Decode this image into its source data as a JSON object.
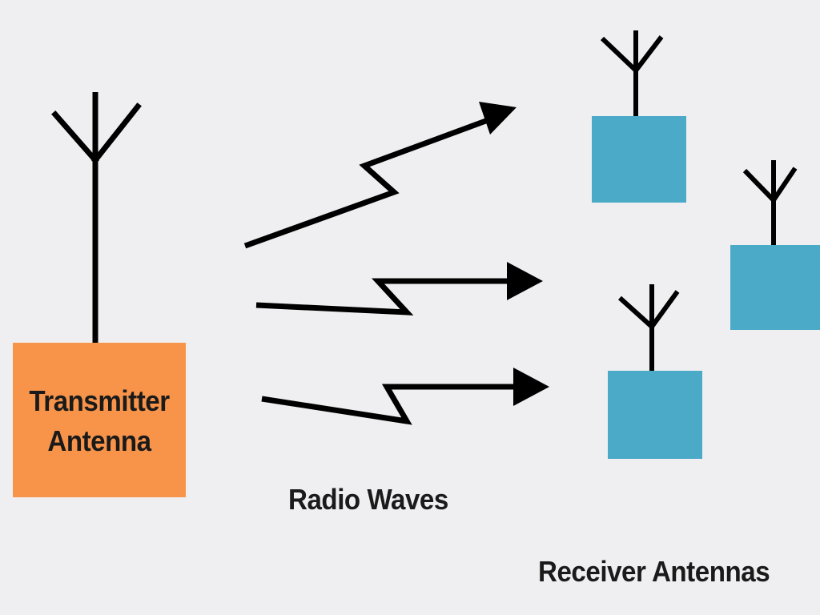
{
  "colors": {
    "background": "#efeff1",
    "transmitter_box": "#f7944a",
    "receiver_box": "#4aaac8",
    "stroke": "#000000",
    "text": "#1a1a1a"
  },
  "transmitter": {
    "label_line1": "Transmitter",
    "label_line2": "Antenna"
  },
  "waves": {
    "label": "Radio Waves",
    "count": 3
  },
  "receivers": {
    "label": "Receiver Antennas",
    "count": 3
  }
}
